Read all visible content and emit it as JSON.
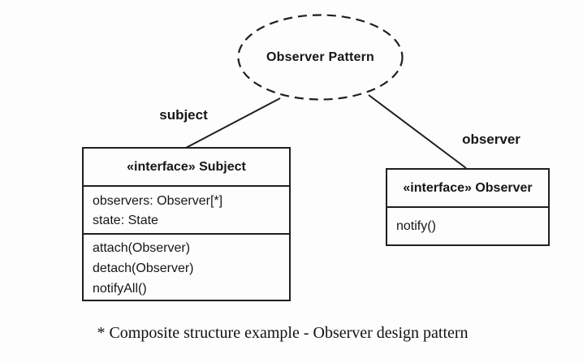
{
  "diagram": {
    "pattern_ellipse": {
      "label": "Observer Pattern"
    },
    "edges": {
      "left_label": "subject",
      "right_label": "observer"
    },
    "subject_class": {
      "title": "«interface» Subject",
      "attributes": [
        "observers: Observer[*]",
        "state: State"
      ],
      "methods": [
        "attach(Observer)",
        "detach(Observer)",
        "notifyAll()"
      ]
    },
    "observer_class": {
      "title": "«interface» Observer",
      "methods": [
        "notify()"
      ]
    },
    "caption": "* Composite structure example - Observer design pattern",
    "colors": {
      "stroke": "#1f1f1f",
      "text": "#161616",
      "background": "#fdfdfd"
    }
  }
}
